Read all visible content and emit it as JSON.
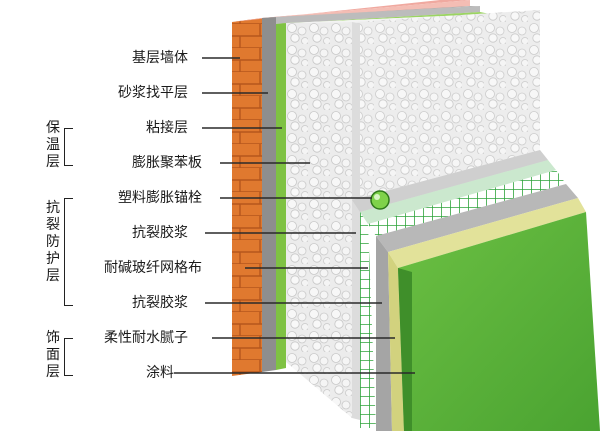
{
  "layers": [
    {
      "label": "基层墙体"
    },
    {
      "label": "砂浆找平层"
    },
    {
      "label": "粘接层"
    },
    {
      "label": "膨胀聚苯板"
    },
    {
      "label": "塑料膨胀锚栓"
    },
    {
      "label": "抗裂胶浆"
    },
    {
      "label": "耐碱玻纤网格布"
    },
    {
      "label": "抗裂胶浆"
    },
    {
      "label": "柔性耐水腻子"
    },
    {
      "label": "涂料"
    }
  ],
  "groups": [
    {
      "label": "保温层"
    },
    {
      "label": "抗裂防护层"
    },
    {
      "label": "饰面层"
    }
  ],
  "colors": {
    "brick": "#e0792f",
    "brick_top": "#f0a9a0",
    "mortar": "#8a8a8a",
    "adhesive": "#7fc243",
    "eps": "#e9e9e9",
    "mesh": "#2ea33a",
    "putty": "#d9d98c",
    "paint": "#64b83e"
  }
}
